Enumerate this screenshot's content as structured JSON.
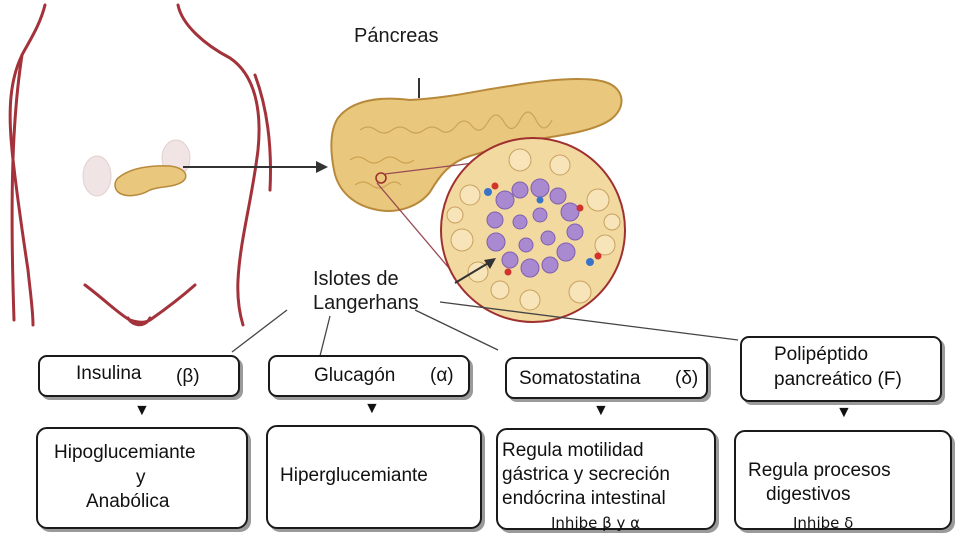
{
  "diagram": {
    "organ_label": "Páncreas",
    "islets_label_line1": "Islotes de",
    "islets_label_line2": "Langerhans"
  },
  "hormones": [
    {
      "name": "Insulina",
      "symbol": "(β)"
    },
    {
      "name": "Glucagón",
      "symbol": "(α)"
    },
    {
      "name": "Somatostatina",
      "symbol": "(δ)"
    },
    {
      "name_line1": "Polipéptido",
      "name_line2": "pancreático (F)"
    }
  ],
  "effects": [
    {
      "line1": "Hipoglucemiante",
      "line2": "y",
      "line3": "Anabólica"
    },
    {
      "line1": "Hiperglucemiante"
    },
    {
      "line1": "Regula motilidad",
      "line2": "gástrica y secreción",
      "line3": "endócrina intestinal",
      "note": "Inhibe β y α"
    },
    {
      "line1": "Regula procesos",
      "line2": "digestivos",
      "note": "Inhibe δ"
    }
  ],
  "colors": {
    "body_outline": "#a3323a",
    "pancreas_fill": "#e9c77c",
    "pancreas_stroke": "#b8893a",
    "islet_cells": "#a98ad0",
    "acinar": "#f2d9a0",
    "ink": "#1a1a1a"
  }
}
